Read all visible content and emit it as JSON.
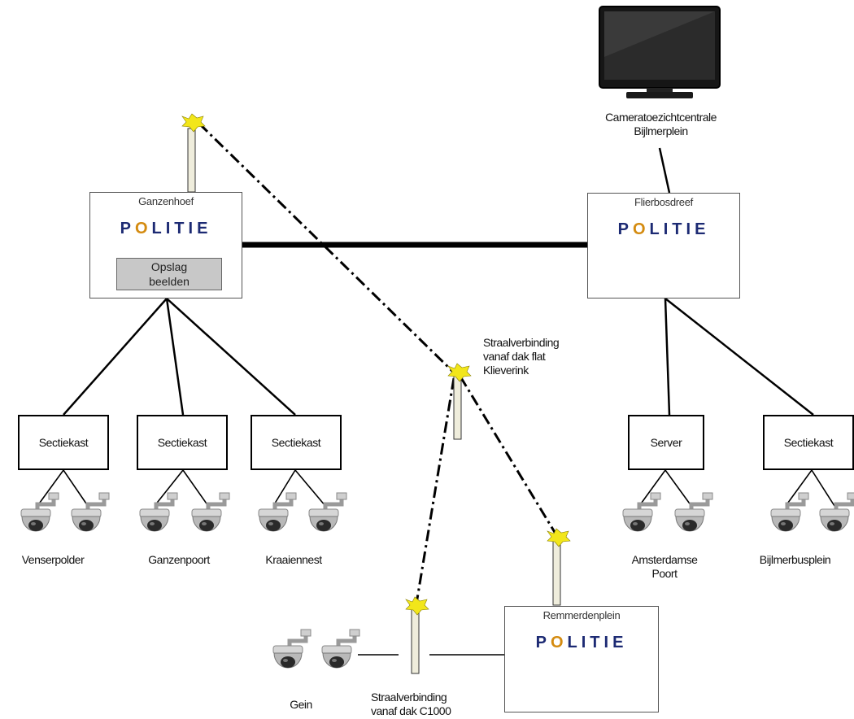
{
  "monitor": {
    "label_line1": "Cameratoezichtcentrale",
    "label_line2": "Bijlmerplein"
  },
  "stations": [
    {
      "id": "ganzenhoef",
      "name": "Ganzenhoef",
      "logo": "POLITIE"
    },
    {
      "id": "flierbosdreef",
      "name": "Flierbosdreef",
      "logo": "POLITIE"
    },
    {
      "id": "remmerdenplein",
      "name": "Remmerdenplein",
      "logo": "POLITIE"
    }
  ],
  "storage": {
    "line1": "Opslag",
    "line2": "beelden"
  },
  "boxes": [
    {
      "label": "Sectiekast"
    },
    {
      "label": "Sectiekast"
    },
    {
      "label": "Sectiekast"
    },
    {
      "label": "Server"
    },
    {
      "label": "Sectiekast"
    }
  ],
  "camera_groups": [
    {
      "label_line1": "Venserpolder",
      "label_line2": ""
    },
    {
      "label_line1": "Ganzenpoort",
      "label_line2": ""
    },
    {
      "label_line1": "Kraaiennest",
      "label_line2": ""
    },
    {
      "label_line1": "Amsterdamse",
      "label_line2": "Poort"
    },
    {
      "label_line1": "Bijlmerbusplein",
      "label_line2": ""
    },
    {
      "label_line1": "Gein",
      "label_line2": ""
    }
  ],
  "relays": {
    "klieverink": {
      "line1": "Straalverbinding",
      "line2": "vanaf dak flat",
      "line3": "Klieverink"
    },
    "c1000": {
      "line1": "Straalverbinding",
      "line2": "vanaf dak C1000"
    }
  },
  "colors": {
    "logo_blue": "#1c2a73",
    "logo_orange": "#d48b10",
    "antenna_yellow": "#f2e61a",
    "storage_gray": "#c8c8c8"
  }
}
